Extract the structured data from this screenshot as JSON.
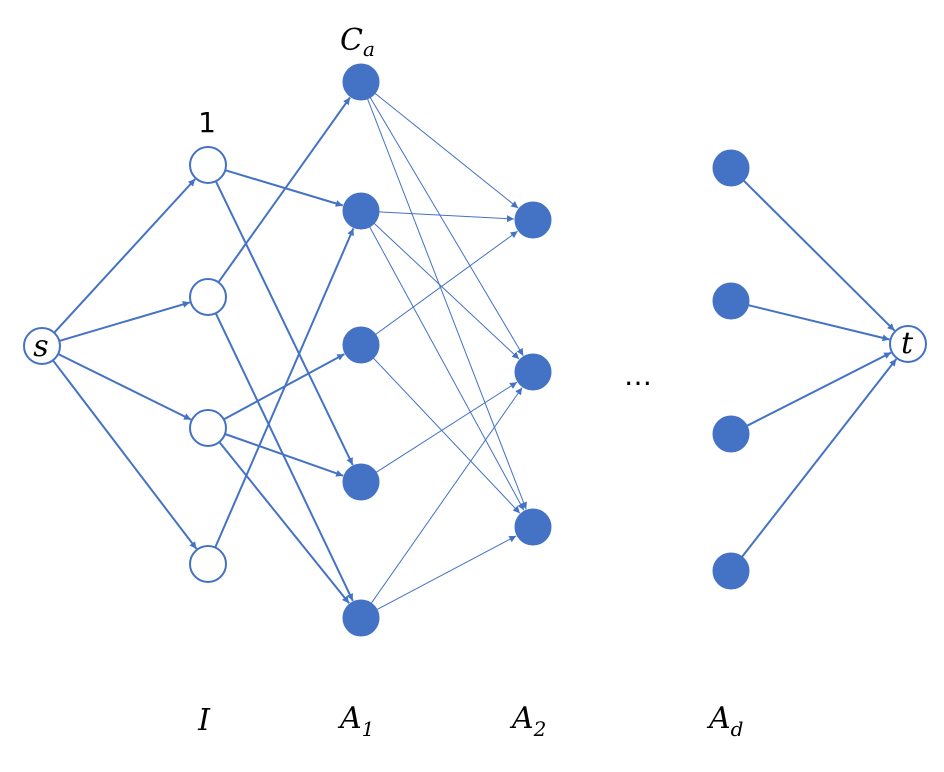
{
  "diagram": {
    "colors": {
      "edge": "#4472C4",
      "node_fill": "#4472C4",
      "node_stroke": "#4472C4",
      "open_fill": "#ffffff"
    },
    "labels": {
      "source": "s",
      "sink": "t",
      "first_node": "1",
      "ca_main": "C",
      "ca_sub": "a",
      "ellipsis": "…",
      "layer_I": "I",
      "layer_A1_main": "A",
      "layer_A1_sub": "1",
      "layer_A2_main": "A",
      "layer_A2_sub": "2",
      "layer_Ad_main": "A",
      "layer_Ad_sub": "d"
    },
    "nodes": {
      "s": {
        "kind": "open"
      },
      "t": {
        "kind": "open"
      },
      "I": [
        {
          "kind": "open"
        },
        {
          "kind": "open"
        },
        {
          "kind": "open"
        },
        {
          "kind": "open"
        }
      ],
      "A1": [
        {
          "kind": "filled"
        },
        {
          "kind": "filled"
        },
        {
          "kind": "filled"
        },
        {
          "kind": "filled"
        },
        {
          "kind": "filled"
        }
      ],
      "A2": [
        {
          "kind": "filled"
        },
        {
          "kind": "filled"
        },
        {
          "kind": "filled"
        }
      ],
      "Ad": [
        {
          "kind": "filled"
        },
        {
          "kind": "filled"
        },
        {
          "kind": "filled"
        },
        {
          "kind": "filled"
        }
      ]
    },
    "edges": {
      "s_to_I": [
        [
          0,
          0
        ],
        [
          0,
          1
        ],
        [
          0,
          2
        ],
        [
          0,
          3
        ]
      ],
      "I_to_A1": [
        [
          0,
          1
        ],
        [
          0,
          3
        ],
        [
          1,
          0
        ],
        [
          1,
          4
        ],
        [
          2,
          2
        ],
        [
          2,
          3
        ],
        [
          2,
          4
        ],
        [
          3,
          1
        ]
      ],
      "A1_to_A2": [
        [
          0,
          0
        ],
        [
          0,
          1
        ],
        [
          0,
          2
        ],
        [
          1,
          0
        ],
        [
          1,
          1
        ],
        [
          1,
          2
        ],
        [
          2,
          0
        ],
        [
          2,
          2
        ],
        [
          3,
          1
        ],
        [
          4,
          1
        ],
        [
          4,
          2
        ]
      ],
      "Ad_to_t": [
        [
          0,
          0
        ],
        [
          1,
          0
        ],
        [
          2,
          0
        ],
        [
          3,
          0
        ]
      ]
    }
  }
}
